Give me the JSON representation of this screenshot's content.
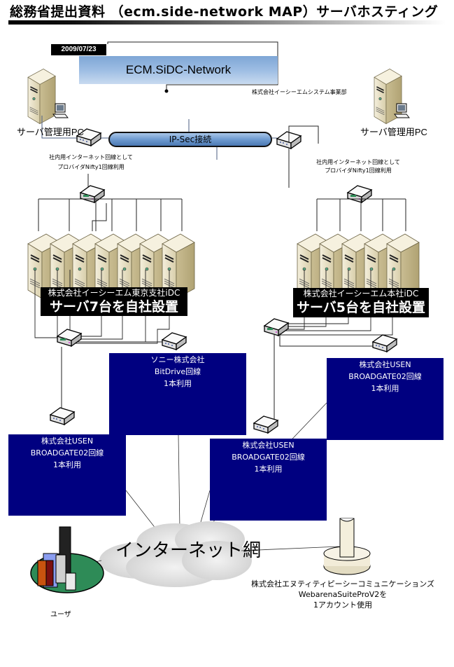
{
  "header": {
    "title": "総務省提出資料 （ecm.side-network MAP）サーバホスティング"
  },
  "banner": {
    "date": "2009/07/23",
    "network_name": "ECM.SiDC-Network",
    "department": "株式会社イーシーエムシステム事業部"
  },
  "vpn": {
    "label": "IP-Sec接続"
  },
  "left_site": {
    "pc_label": "サーバ管理用PC",
    "line_note": [
      "社内用インターネット回線として",
      "プロバイダNifty1回線利用"
    ],
    "idc_name": "株式会社イーシーエム東京支社iDC",
    "server_count_label": "サーバ7台を自社設置",
    "server_count": 7
  },
  "right_site": {
    "pc_label": "サーバ管理用PC",
    "line_note": [
      "社内用インターネット回線として",
      "プロバイダNifty1回線利用"
    ],
    "idc_name": "株式会社イーシーエム本社iDC",
    "server_count_label": "サーバ5台を自社設置",
    "server_count": 5
  },
  "isp_lines": [
    {
      "lines": [
        "ソニー株式会社",
        "BitDrive回線",
        "1本利用"
      ]
    },
    {
      "lines": [
        "株式会社USEN",
        "BROADGATE02回線",
        "1本利用"
      ]
    },
    {
      "lines": [
        "株式会社USEN",
        "BROADGATE02回線",
        "1本利用"
      ]
    },
    {
      "lines": [
        "株式会社USEN",
        "BROADGATE02回線",
        "1本利用"
      ]
    }
  ],
  "internet": {
    "label": "インターネット網"
  },
  "user": {
    "label": "ユーザ"
  },
  "hosting_provider": {
    "lines": [
      "株式会社エヌティティピーシーコミュニケーションズ",
      "WebarenaSuiteProV2を",
      "1アカウント使用"
    ]
  },
  "colors": {
    "isp_box": "#000080",
    "banner": "#9dbde3",
    "pipe": "#6f9bd0",
    "server_beige": "#e9e1c4"
  }
}
